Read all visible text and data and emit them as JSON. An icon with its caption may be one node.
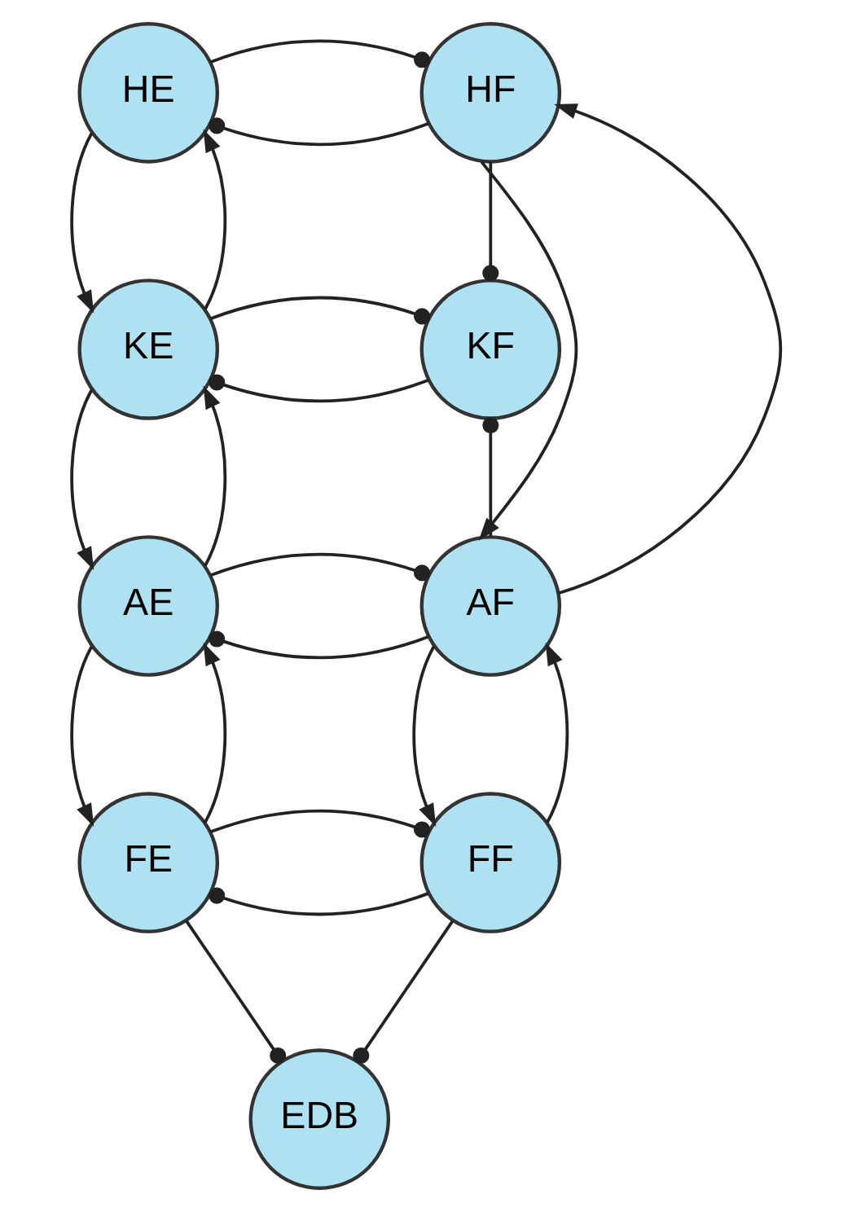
{
  "diagram": {
    "nodes": [
      {
        "text": [
          "HE"
        ]
      },
      {
        "text": [
          "HF"
        ]
      },
      {
        "text": [
          "KE"
        ]
      },
      {
        "text": [
          "KF"
        ]
      },
      {
        "text": [
          "AE"
        ]
      },
      {
        "text": [
          "AF"
        ]
      },
      {
        "text": [
          "FE"
        ]
      },
      {
        "text": [
          "FF"
        ]
      },
      {
        "text": [
          "EDB"
        ]
      }
    ],
    "edges": [
      {
        "from": 1,
        "to": 0,
        "arrow": "other"
      },
      {
        "from": 0,
        "to": 1,
        "arrow": "other"
      },
      {
        "from": 0,
        "to": 2,
        "arrow": "to"
      },
      {
        "from": 2,
        "to": 0,
        "arrow": "to"
      },
      {
        "from": 1,
        "to": 3,
        "arrow": "other"
      },
      {
        "from": 3,
        "to": 2,
        "arrow": "other"
      },
      {
        "from": 2,
        "to": 3,
        "arrow": "other"
      },
      {
        "from": 2,
        "to": 4,
        "arrow": "to"
      },
      {
        "from": 4,
        "to": 2,
        "arrow": "to"
      },
      {
        "from": 5,
        "to": 3,
        "arrow": "other"
      },
      {
        "from": 5,
        "to": 1,
        "arrow": "to"
      },
      {
        "from": 1,
        "to": 5,
        "arrow": "to"
      },
      {
        "from": 5,
        "to": 4,
        "arrow": "other"
      },
      {
        "from": 4,
        "to": 5,
        "arrow": "other"
      },
      {
        "from": 4,
        "to": 6,
        "arrow": "to"
      },
      {
        "from": 6,
        "to": 4,
        "arrow": "to"
      },
      {
        "from": 5,
        "to": 7,
        "arrow": "to"
      },
      {
        "from": 7,
        "to": 5,
        "arrow": "to"
      },
      {
        "from": 7,
        "to": 6,
        "arrow": "other"
      },
      {
        "from": 6,
        "to": 7,
        "arrow": "other"
      },
      {
        "from": 6,
        "to": 8,
        "arrow": "other"
      },
      {
        "from": 7,
        "to": 8,
        "arrow": "other"
      }
    ]
  }
}
